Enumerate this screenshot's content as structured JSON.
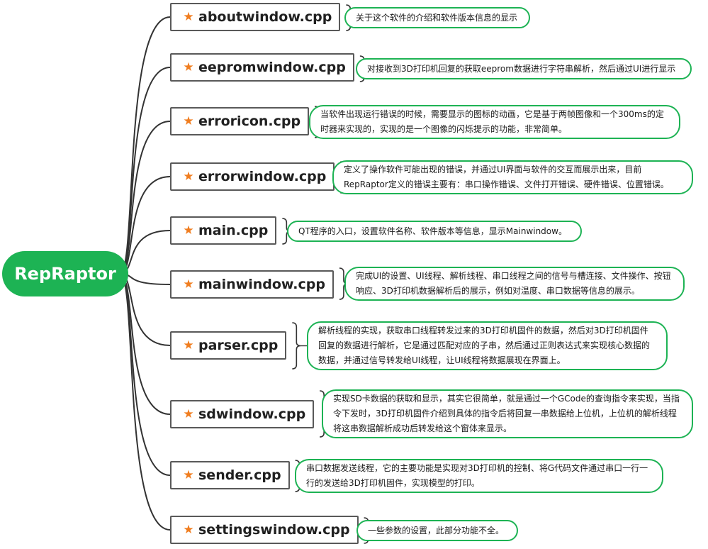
{
  "root": {
    "label": "RepRaptor"
  },
  "colors": {
    "accent": "#1db354",
    "star": "#f07d1f",
    "box_border": "#595959",
    "connector": "#333333"
  },
  "items": [
    {
      "file": "aboutwindow.cpp",
      "icon": "star-icon",
      "description": "关于这个软件的介绍和软件版本信息的显示"
    },
    {
      "file": "eepromwindow.cpp",
      "icon": "star-icon",
      "description": "对接收到3D打印机回复的获取eeprom数据进行字符串解析，然后通过UI进行显示"
    },
    {
      "file": "erroricon.cpp",
      "icon": "star-icon",
      "description": "当软件出现运行错误的时候，需要显示的图标的动画，它是基于两帧图像和一个300ms的定时器来实现的，实现的是一个图像的闪烁提示的功能，非常简单。"
    },
    {
      "file": "errorwindow.cpp",
      "icon": "star-icon",
      "description": "定义了操作软件可能出现的错误，并通过UI界面与软件的交互而展示出来，目前RepRaptor定义的错误主要有：串口操作错误、文件打开错误、硬件错误、位置错误。"
    },
    {
      "file": "main.cpp",
      "icon": "star-icon",
      "description": "QT程序的入口，设置软件名称、软件版本等信息，显示Mainwindow。"
    },
    {
      "file": "mainwindow.cpp",
      "icon": "star-icon",
      "description": "完成UI的设置、UI线程、解析线程、串口线程之间的信号与槽连接、文件操作、按钮响应、3D打印机数据解析后的展示，例如对温度、串口数据等信息的展示。"
    },
    {
      "file": "parser.cpp",
      "icon": "star-icon",
      "description": "解析线程的实现，获取串口线程转发过来的3D打印机固件的数据，然后对3D打印机固件回复的数据进行解析，它是通过匹配对应的子串，然后通过正则表达式来实现核心数据的数据，并通过信号转发给UI线程，让UI线程将数据展现在界面上。"
    },
    {
      "file": "sdwindow.cpp",
      "icon": "star-icon",
      "description": "实现SD卡数据的获取和显示，其实它很简单，就是通过一个GCode的查询指令来实现，当指令下发时，3D打印机固件介绍到具体的指令后将回复一串数据给上位机，上位机的解析线程将这串数据解析成功后转发给这个窗体来显示。"
    },
    {
      "file": "sender.cpp",
      "icon": "star-icon",
      "description": "串口数据发送线程，它的主要功能是实现对3D打印机的控制、将G代码文件通过串口一行一行的发送给3D打印机固件，实现模型的打印。"
    },
    {
      "file": "settingswindow.cpp",
      "icon": "star-icon",
      "description": "一些参数的设置，此部分功能不全。"
    }
  ]
}
